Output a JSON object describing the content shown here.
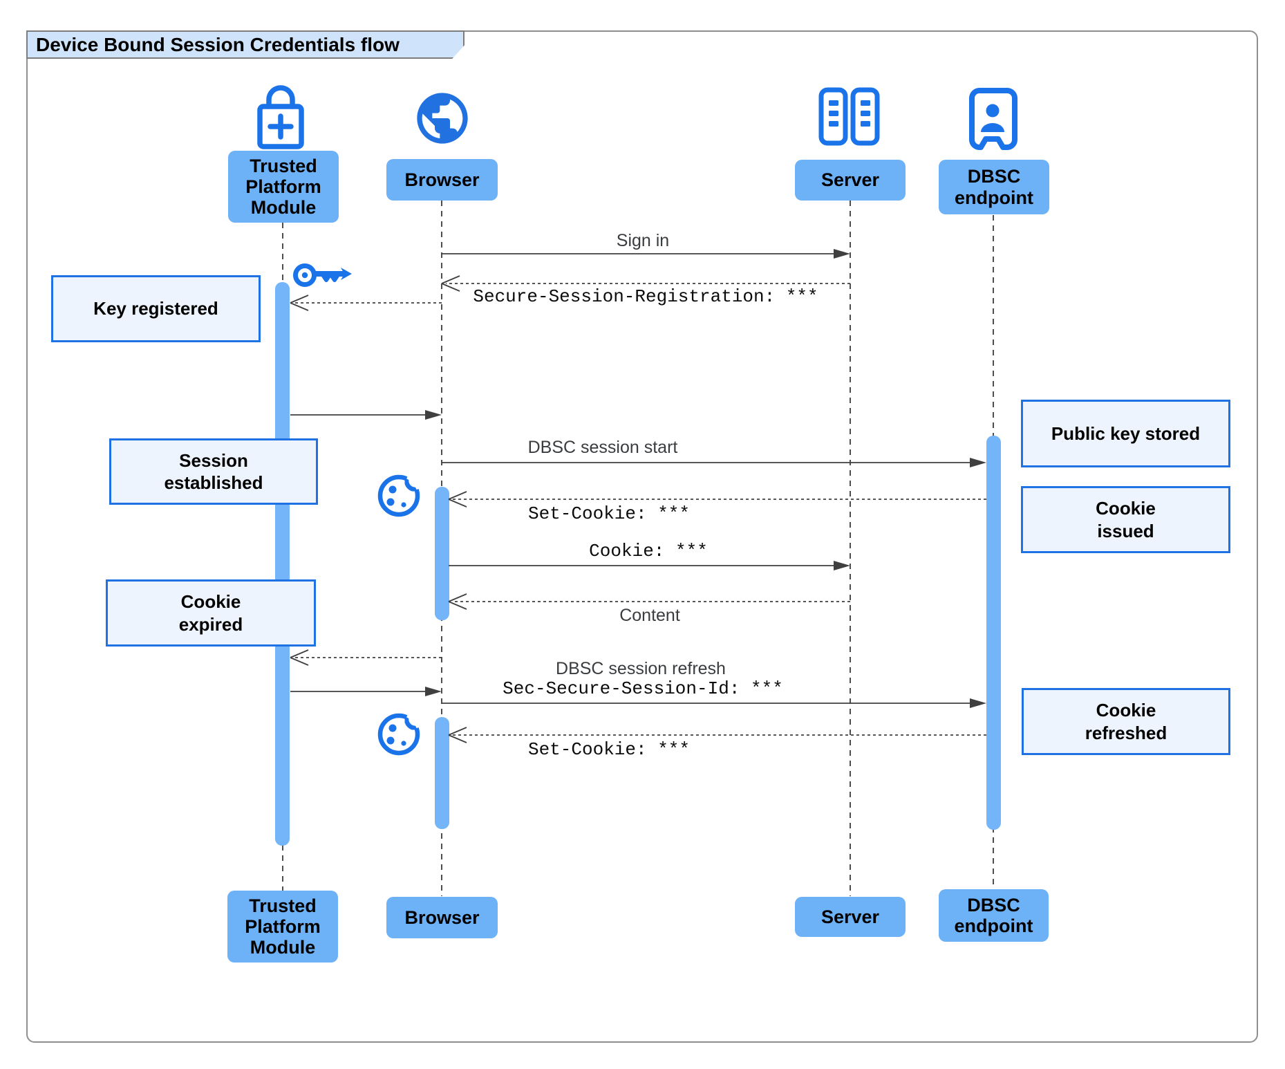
{
  "title": "Device Bound Session Credentials flow",
  "actors": {
    "tpm": {
      "label": "Trusted\nPlatform\nModule",
      "icon": "lock-plus-icon"
    },
    "browser": {
      "label": "Browser",
      "icon": "globe-icon"
    },
    "server": {
      "label": "Server",
      "icon": "server-racks-icon"
    },
    "dbsc": {
      "label": "DBSC\nendpoint",
      "icon": "id-badge-icon"
    }
  },
  "messages": {
    "sign_in": "Sign in",
    "secure_session_registration": "Secure-Session-Registration: ***",
    "dbsc_session_start": "DBSC session start",
    "set_cookie_1": "Set-Cookie: ***",
    "cookie": "Cookie: ***",
    "content": "Content",
    "dbsc_session_refresh": "DBSC session refresh",
    "sec_secure_session_id": "Sec-Secure-Session-Id: ***",
    "set_cookie_2": "Set-Cookie: ***"
  },
  "notes": {
    "key_registered": "Key registered",
    "session_established": "Session\nestablished",
    "cookie_expired": "Cookie\nexpired",
    "public_key_stored": "Public key stored",
    "cookie_issued": "Cookie\nissued",
    "cookie_refreshed": "Cookie\nrefreshed"
  },
  "icons": [
    "lock-plus-icon",
    "globe-icon",
    "server-racks-icon",
    "id-badge-icon",
    "key-icon",
    "cookie-icon",
    "cookie-icon"
  ],
  "colors": {
    "icon_blue": "#1a73e8",
    "globe_blue": "#2271e0",
    "actor_box_blue": "#6db1f7",
    "activation_blue": "#74b4f8",
    "note_fill": "#edf4fd",
    "note_border": "#1f72e3",
    "title_fill": "#cfe3fb",
    "frame_border": "#8f8f8f",
    "arrow_gray": "#3f3f3f"
  }
}
